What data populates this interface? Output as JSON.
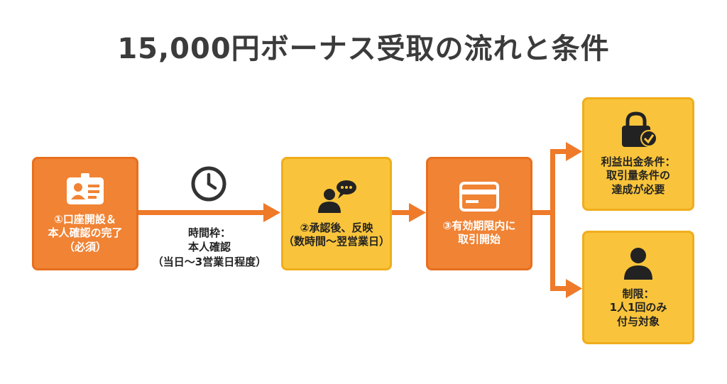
{
  "title": "15,000円ボーナス受取の流れと条件",
  "steps": [
    {
      "lines": [
        "①口座開設＆",
        "本人確認の完了",
        "（必須）"
      ],
      "icon": "id-card-icon"
    },
    {
      "lines": [
        "②承認後、反映",
        "（数時間〜翌営業日）"
      ],
      "icon": "person-chat-icon"
    },
    {
      "lines": [
        "③有効期限内に",
        "取引開始"
      ],
      "icon": "credit-card-icon"
    }
  ],
  "timing": {
    "lines": [
      "時間枠：",
      "本人確認",
      "（当日〜3営業日程度）"
    ],
    "icon": "clock-icon"
  },
  "conditions": [
    {
      "lines": [
        "利益出金条件：",
        "取引量条件の",
        "達成が必要"
      ],
      "icon": "lock-check-icon"
    },
    {
      "lines": [
        "制限：",
        "1人1回のみ",
        "付与対象"
      ],
      "icon": "person-icon"
    }
  ],
  "colors": {
    "orange": "#f08334",
    "yellow": "#f9c43b",
    "arrow": "#ee7a2a",
    "title": "#3b3b3b"
  }
}
